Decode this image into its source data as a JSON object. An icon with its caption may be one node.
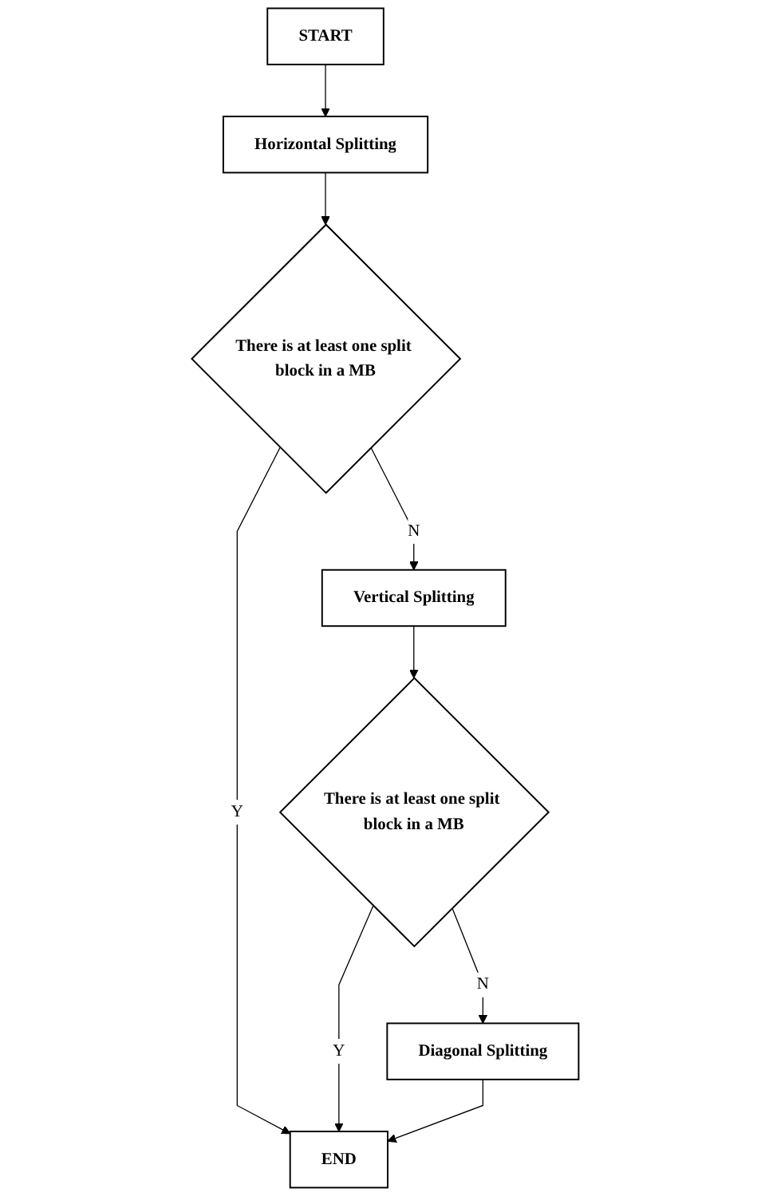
{
  "diagram": {
    "nodes": [
      {
        "text": [
          "START"
        ]
      },
      {
        "text": [
          "Horizontal Splitting"
        ]
      },
      {
        "text": [
          "There is at least one split block in a MB"
        ]
      },
      {
        "text": [
          "Vertical Splitting"
        ]
      },
      {
        "text": [
          "There is at least one split block in a MB"
        ]
      },
      {
        "text": [
          "Diagonal Splitting"
        ]
      },
      {
        "text": [
          "END"
        ]
      }
    ],
    "edges": [
      {
        "from": 0,
        "to": 1,
        "arrow": "to"
      },
      {
        "from": 1,
        "to": 2,
        "arrow": "to"
      },
      {
        "from": 2,
        "to": 3,
        "label": "N",
        "arrow": "to"
      },
      {
        "from": 2,
        "to": 6,
        "label": "Y",
        "arrow": "to"
      },
      {
        "from": 3,
        "to": 4,
        "arrow": "to"
      },
      {
        "from": 4,
        "to": 5,
        "label": "N",
        "arrow": "to"
      },
      {
        "from": 4,
        "to": 6,
        "label": "Y",
        "arrow": "to"
      },
      {
        "from": 5,
        "to": 6,
        "arrow": "to"
      }
    ]
  }
}
